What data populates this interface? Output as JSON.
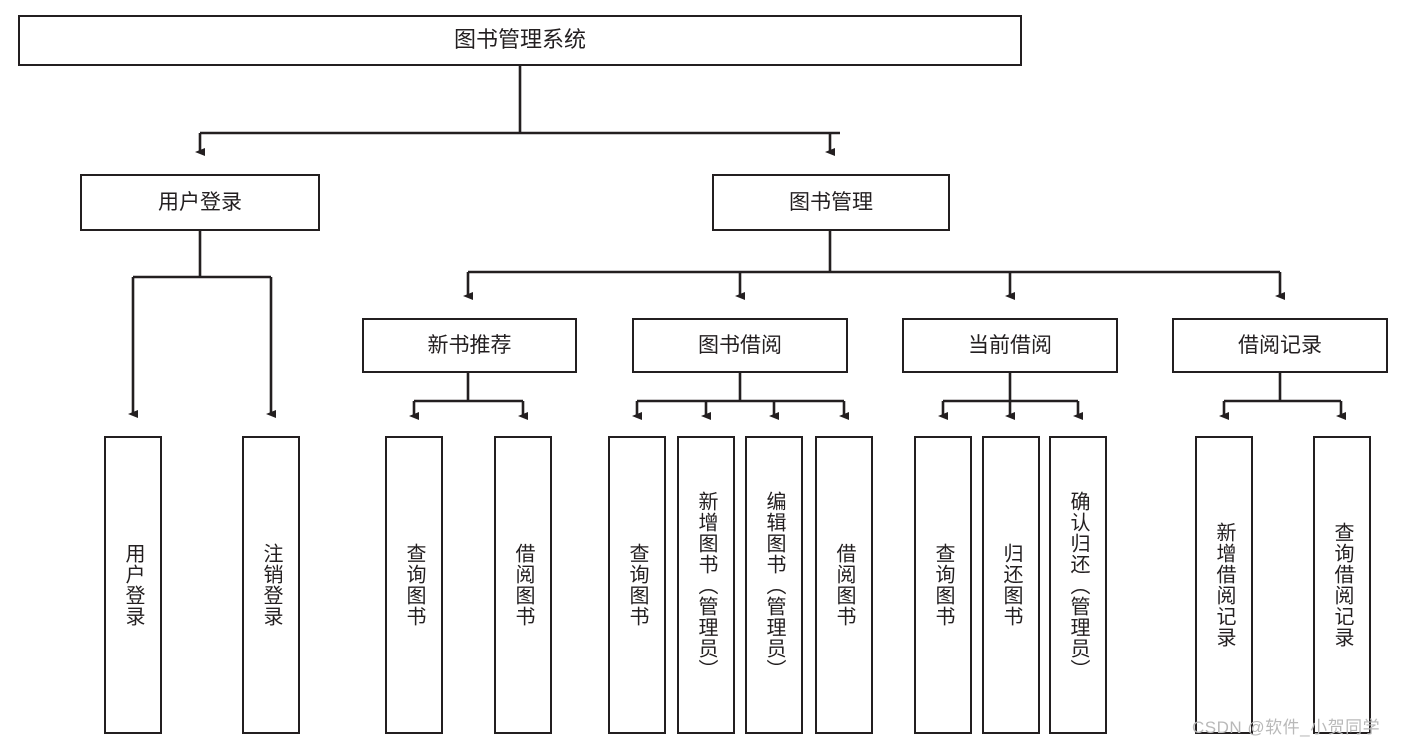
{
  "diagram": {
    "title": "图书管理系统",
    "type": "tree",
    "root": {
      "id": "root",
      "label": "图书管理系统"
    },
    "level2": [
      {
        "id": "user-login",
        "label": "用户登录"
      },
      {
        "id": "book-manage",
        "label": "图书管理"
      }
    ],
    "level3": [
      {
        "id": "new-book-recommend",
        "label": "新书推荐"
      },
      {
        "id": "book-borrow",
        "label": "图书借阅"
      },
      {
        "id": "current-borrow",
        "label": "当前借阅"
      },
      {
        "id": "borrow-record",
        "label": "借阅记录"
      }
    ],
    "leaves": {
      "user_login": [
        {
          "id": "leaf-user-login",
          "label": "用户登录"
        },
        {
          "id": "leaf-logout-login",
          "label": "注销登录"
        }
      ],
      "new_book_recommend": [
        {
          "id": "leaf-query-book-1",
          "label": "查询图书"
        },
        {
          "id": "leaf-borrow-book-1",
          "label": "借阅图书"
        }
      ],
      "book_borrow": [
        {
          "id": "leaf-query-book-2",
          "label": "查询图书"
        },
        {
          "id": "leaf-add-book",
          "label": "新增图书（管理员）"
        },
        {
          "id": "leaf-edit-book",
          "label": "编辑图书（管理员）"
        },
        {
          "id": "leaf-borrow-book-2",
          "label": "借阅图书"
        }
      ],
      "current_borrow": [
        {
          "id": "leaf-query-book-3",
          "label": "查询图书"
        },
        {
          "id": "leaf-return-book",
          "label": "归还图书"
        },
        {
          "id": "leaf-confirm-return",
          "label": "确认归还（管理员）"
        }
      ],
      "borrow_record": [
        {
          "id": "leaf-add-record",
          "label": "新增借阅记录"
        },
        {
          "id": "leaf-query-record",
          "label": "查询借阅记录"
        }
      ]
    }
  },
  "watermark": {
    "text": "CSDN @软件_小贺同学"
  },
  "colors": {
    "stroke": "#231f20",
    "background": "#ffffff",
    "text": "#231f20",
    "watermark": "#b9b9b9"
  }
}
